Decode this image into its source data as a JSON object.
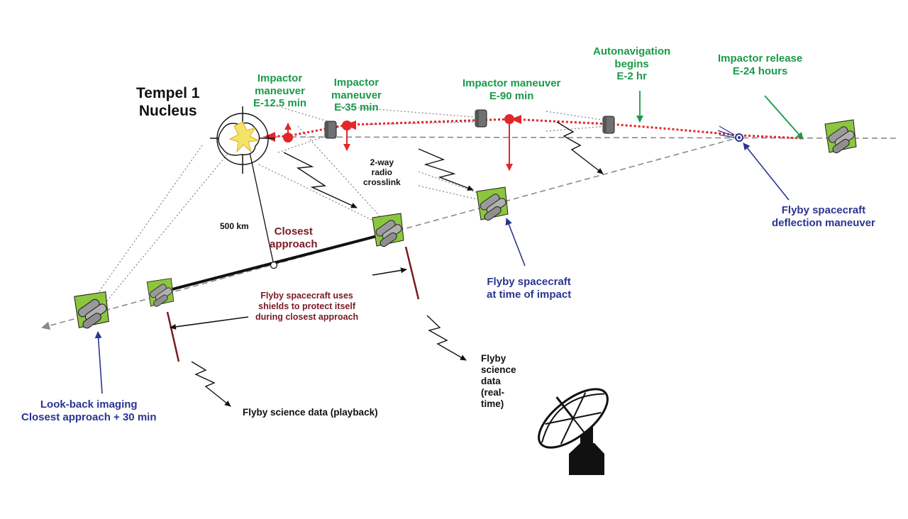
{
  "labels": {
    "nucleus_line1": "Tempel 1",
    "nucleus_line2": "Nucleus",
    "imp_12_5_l1": "Impactor",
    "imp_12_5_l2": "maneuver",
    "imp_12_5_l3": "E-12.5 min",
    "imp_35_l1": "Impactor",
    "imp_35_l2": "maneuver",
    "imp_35_l3": "E-35 min",
    "imp_90_l1": "Impactor maneuver",
    "imp_90_l2": "E-90 min",
    "autonav_l1": "Autonavigation",
    "autonav_l2": "begins",
    "autonav_l3": "E-2 hr",
    "release_l1": "Impactor release",
    "release_l2": "E-24 hours",
    "crosslink_l1": "2-way",
    "crosslink_l2": "radio",
    "crosslink_l3": "crosslink",
    "distance": "500 km",
    "closest_l1": "Closest",
    "closest_l2": "approach",
    "shields_l1": "Flyby spacecraft uses",
    "shields_l2": "shields to protect itself",
    "shields_l3": "during closest approach",
    "deflection_l1": "Flyby spacecraft",
    "deflection_l2": "deflection maneuver",
    "impact_time_l1": "Flyby spacecraft",
    "impact_time_l2": "at time of impact",
    "lookback_l1": "Look-back imaging",
    "lookback_l2": "Closest approach + 30 min",
    "playback": "Flyby science data (playback)",
    "realtime_l1": "Flyby",
    "realtime_l2": "science",
    "realtime_l3": "data",
    "realtime_l4": "(real-",
    "realtime_l5": "time)"
  },
  "colors": {
    "green": "#1a9a4a",
    "blue": "#2a3590",
    "maroon": "#7a1a22",
    "red": "#e2262a",
    "spacecraft_panel": "#8cc63f",
    "gray": "#8a8a8a"
  },
  "icons": [
    "flyby-spacecraft-icon",
    "impactor-icon",
    "comet-nucleus-icon",
    "ground-antenna-icon",
    "lightning-link-icon"
  ]
}
